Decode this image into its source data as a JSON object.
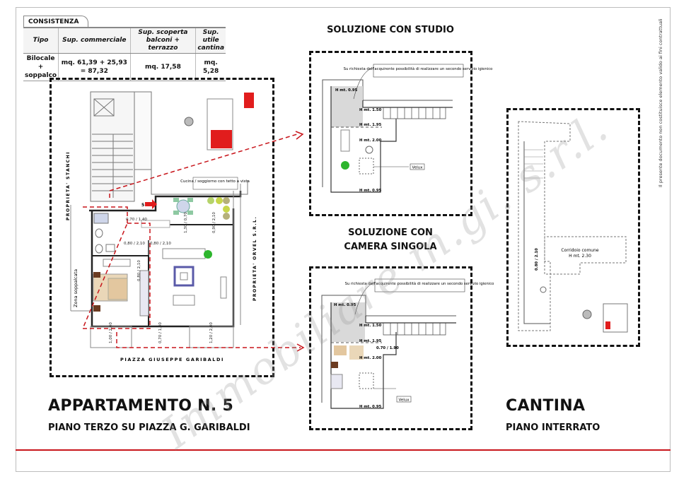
{
  "consistenza": {
    "tab_label": "CONSISTENZA",
    "headers": [
      "Tipo",
      "Sup. commerciale",
      "Sup. scoperta balconi + terrazzo",
      "Sup. utile cantina"
    ],
    "row": [
      "Bilocale + soppalco",
      "mq. 61,39 + 25,93 = 87,32",
      "mq. 17,58",
      "mq. 5,28"
    ]
  },
  "apartment": {
    "title": "APPARTAMENTO N. 5",
    "subtitle": "PIANO TERZO SU PIAZZA G. GARIBALDI",
    "labels": {
      "left_property": "PROPRIETA' STANCHI",
      "right_property": "PROPRIETA' ORVEL S.R.L.",
      "street": "PIAZZA GIUSEPPE GARIBALDI",
      "kitchen_note": "Cucina / soggiorno con tetto a vista",
      "mezzanine_zone": "Zona soppalcata",
      "entry_number": "5"
    },
    "dimensions": [
      "0,70 / 1,40",
      "0,80 / 2,10",
      "0,80 / 2,10",
      "0,80 / 2,10",
      "1,30 / 0,70",
      "0,90 / 2,10",
      "1,00 / 2,40",
      "0,70 / 1,40",
      "1,20 / 2,40"
    ]
  },
  "studio": {
    "title": "SOLUZIONE CON STUDIO",
    "note": "Su richiesta dell'acquirente possibilità di realizzare un secondo servizio igienico",
    "heights": [
      "H mt. 0.95",
      "H mt. 1.50",
      "H mt. 1.95",
      "H mt. 2.00",
      "H mt. 0.95"
    ],
    "velux": "Velux"
  },
  "camera": {
    "title_line1": "SOLUZIONE CON",
    "title_line2": "CAMERA SINGOLA",
    "note": "Su richiesta dell'acquirente possibilità di realizzare un secondo servizio igienico",
    "heights": [
      "H mt. 0.95",
      "H mt. 1.50",
      "H mt. 1.95",
      "H mt. 2.00",
      "H mt. 0.95"
    ],
    "door": "0.70 / 1.90",
    "velux": "Velux"
  },
  "cantina": {
    "title": "CANTINA",
    "subtitle": "PIANO INTERRATO",
    "corridor": "Corridoio comune",
    "corridor_height": "H mt. 2.30",
    "door": "0.80 / 2.10"
  },
  "disclaimer": "Il presente documento non costituisce elemento valido ai fini contrattuali",
  "watermark": "Immobiliare m.gi. s.r.l.",
  "colors": {
    "accent_red": "#c8151b",
    "plant_green": "#2db52d",
    "rug_blue": "#5a5aa8"
  }
}
